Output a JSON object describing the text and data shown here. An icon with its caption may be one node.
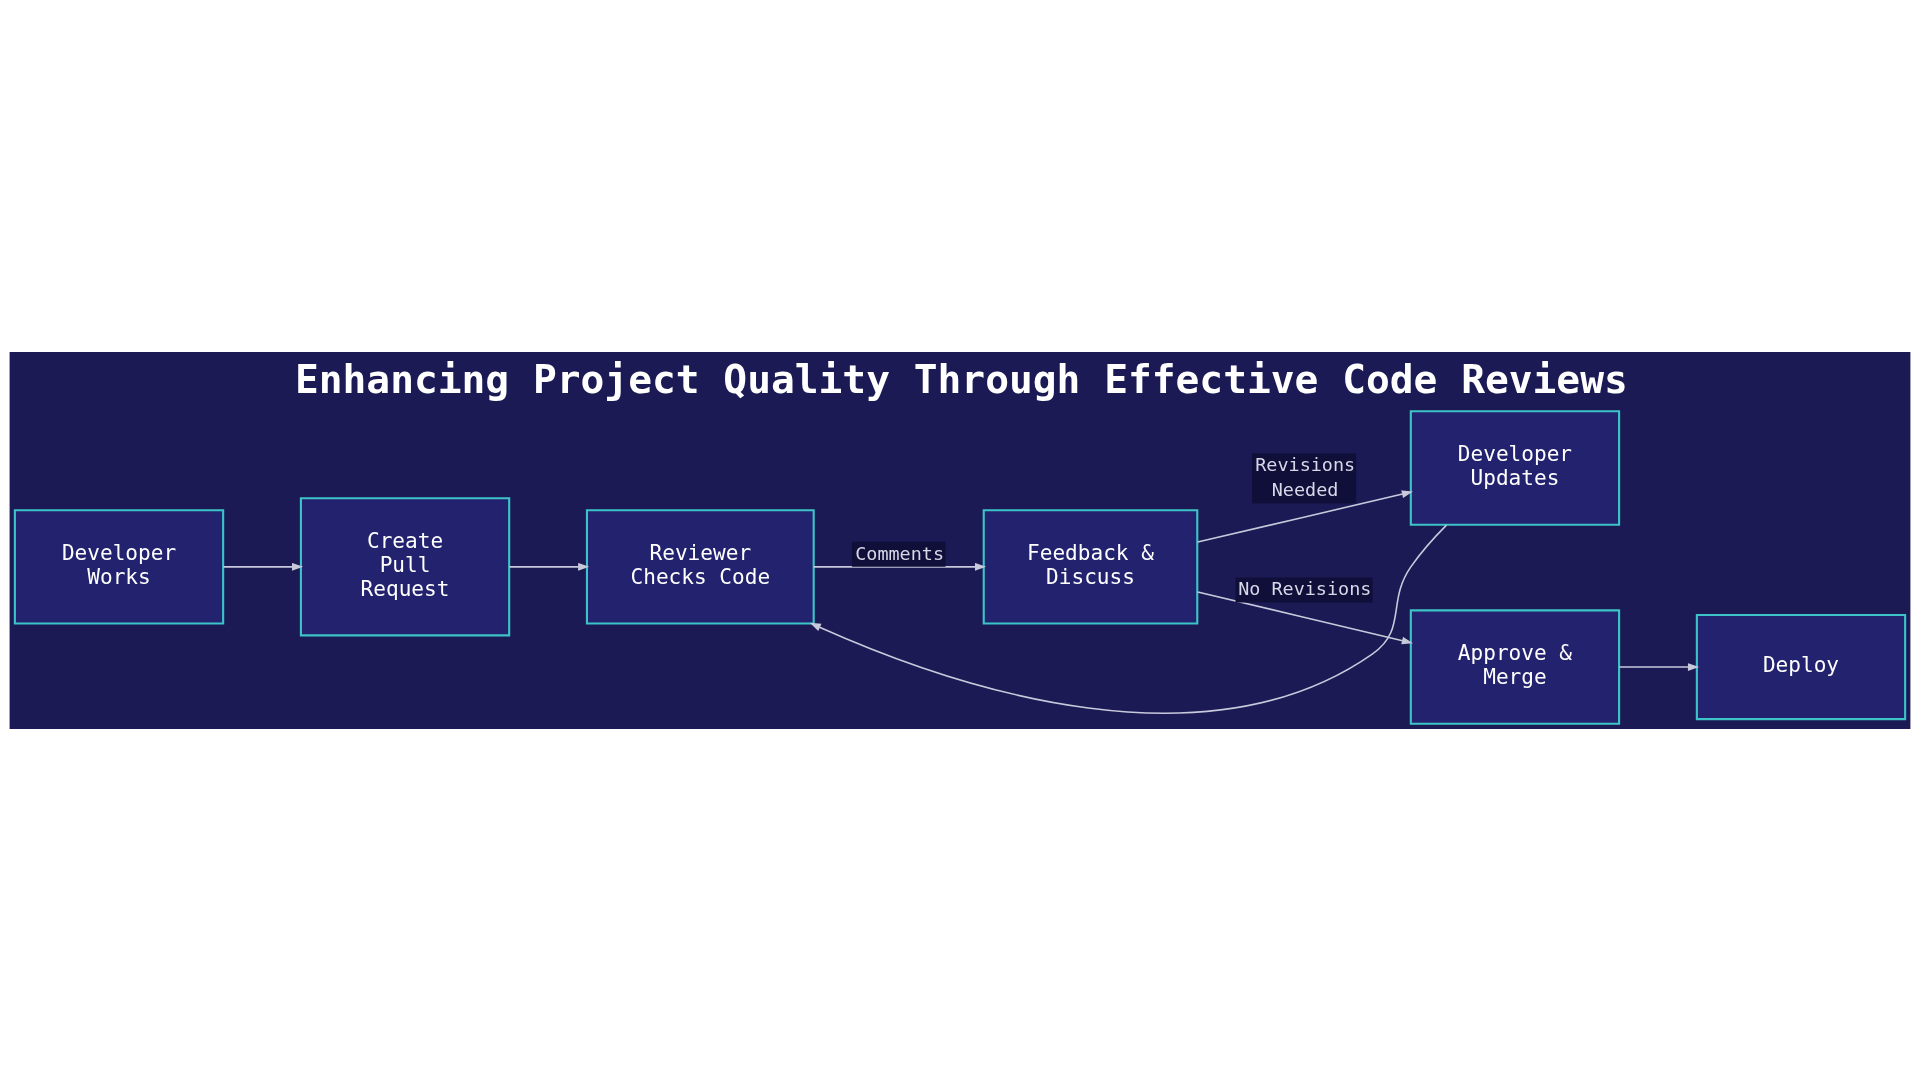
{
  "diagram": {
    "title": "Enhancing Project Quality Through Effective Code Reviews",
    "nodes": [
      {
        "text": [
          "Developer Works"
        ]
      },
      {
        "text": [
          "Create Pull Request"
        ]
      },
      {
        "text": [
          "Reviewer Checks Code"
        ]
      },
      {
        "text": [
          "Feedback & Discuss"
        ]
      },
      {
        "text": [
          "Developer Updates"
        ]
      },
      {
        "text": [
          "Approve & Merge"
        ]
      },
      {
        "text": [
          "Deploy"
        ]
      }
    ],
    "edges": [
      {
        "from": 0,
        "to": 1,
        "arrow": "to"
      },
      {
        "from": 1,
        "to": 2,
        "arrow": "to"
      },
      {
        "from": 2,
        "to": 3,
        "arrow": "to",
        "label": "Comments"
      },
      {
        "from": 3,
        "to": 4,
        "arrow": "to",
        "label": "Revisions Needed"
      },
      {
        "from": 3,
        "to": 5,
        "arrow": "to",
        "label": "No Revisions"
      },
      {
        "from": 4,
        "to": 2,
        "arrow": "to"
      },
      {
        "from": 5,
        "to": 6,
        "arrow": "to"
      }
    ]
  }
}
